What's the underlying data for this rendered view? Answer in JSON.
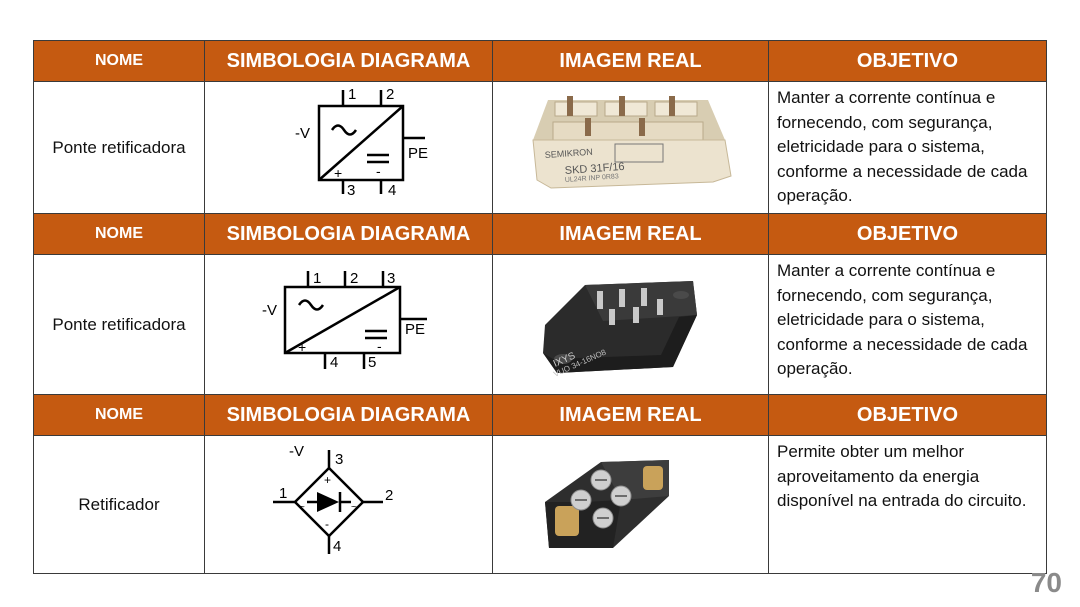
{
  "headers": {
    "nome": "NOME",
    "simbologia": "SIMBOLOGIA DIAGRAMA",
    "imagem": "IMAGEM REAL",
    "objetivo": "OBJETIVO"
  },
  "rows": [
    {
      "nome": "Ponte retificadora",
      "objetivo": "Manter a corrente contínua e fornecendo, com segurança, eletricidade para o sistema, conforme a necessidade de cada operação.",
      "symbol": {
        "pins_top": [
          "1",
          "2"
        ],
        "pins_bottom": [
          "3",
          "4"
        ],
        "left": "-V",
        "right": "PE",
        "plus": "+",
        "minus": "-"
      },
      "photo": {
        "brand": "SEMIKRON",
        "marking": "SKD 31F/16",
        "code": "UL24R INP 0R83"
      }
    },
    {
      "nome": "Ponte retificadora",
      "objetivo": "Manter a corrente contínua e fornecendo, com segurança, eletricidade para o sistema, conforme a necessidade de cada operação.",
      "symbol": {
        "pins_top": [
          "1",
          "2",
          "3"
        ],
        "pins_bottom": [
          "4",
          "5"
        ],
        "left": "-V",
        "right": "PE",
        "plus": "+",
        "minus": "-"
      },
      "photo": {
        "brand": "IXYS",
        "marking": "VUO 34-16NO8"
      }
    },
    {
      "nome": "Retificador",
      "objetivo": "Permite obter um melhor aproveitamento da energia disponível na entrada do circuito.",
      "symbol": {
        "top": "3",
        "left": "1",
        "right": "2",
        "bottom": "4",
        "label": "-V",
        "plus": "+",
        "minus": "-",
        "ac": "~"
      }
    }
  ],
  "page_number": "70",
  "colors": {
    "header_bg": "#c55a11",
    "header_text": "#ffffff",
    "border": "#3a3a3a"
  }
}
